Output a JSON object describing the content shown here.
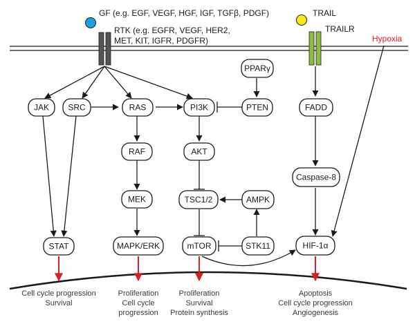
{
  "ligands": {
    "gf_label": "GF (e.g. EGF, VEGF, HGF, IGF, TGFβ, PDGF)",
    "gf_color": "#1aa0e0",
    "trail_label": "TRAIL",
    "trail_color": "#f5ea17"
  },
  "receptors": {
    "rtk_line1": "RTK (e.g. EGFR, VEGF, HER2,",
    "rtk_line2": "MET, KIT, IGFR, PDGFR)",
    "rtk_color": "#555555",
    "trailr_label": "TRAILR",
    "trailr_color": "#8bbd45"
  },
  "hypoxia": {
    "label": "Hypoxia",
    "color": "#e0201f"
  },
  "nodes": {
    "jak": "JAK",
    "src": "SRC",
    "ras": "RAS",
    "pi3k": "PI3K",
    "pten": "PTEN",
    "ppar": "PPARγ",
    "fadd": "FADD",
    "raf": "RAF",
    "akt": "AKT",
    "caspase8": "Caspase-8",
    "mek": "MEK",
    "tsc": "TSC1/2",
    "ampk": "AMPK",
    "stat": "STAT",
    "mapk": "MAPK/ERK",
    "mtor": "mTOR",
    "stk11": "STK11",
    "hif": "HIF-1α"
  },
  "outcomes": {
    "stat": [
      "Cell cycle progression",
      "Survival"
    ],
    "mapk": [
      "Proliferation",
      "Cell cycle",
      "progression"
    ],
    "mtor": [
      "Proliferation",
      "Survival",
      "Protein synthesis"
    ],
    "hif": [
      "Apoptosis",
      "Cell cycle progression",
      "Angiogenesis"
    ]
  },
  "colors": {
    "outcome_arrow": "#d42020",
    "line": "#1a1a1a"
  }
}
